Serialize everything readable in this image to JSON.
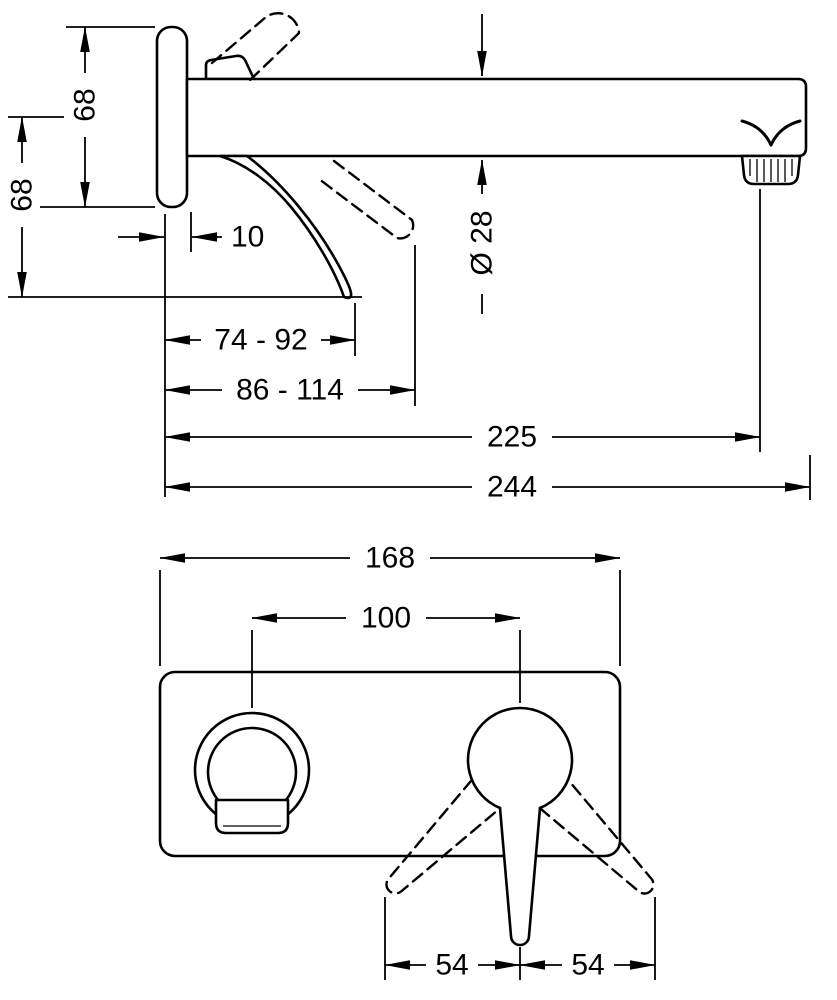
{
  "side_view": {
    "escutcheon_height": "68",
    "spout_to_lever_drop": "68",
    "escutcheon_depth": "10",
    "lever_reach_short": "74 - 92",
    "lever_reach_long": "86 - 114",
    "aerator_offset": "225",
    "spout_length": "244",
    "spout_diameter": "Ø 28"
  },
  "front_view": {
    "plate_width": "168",
    "spout_to_handle": "100",
    "lever_swing_left": "54",
    "lever_swing_right": "54"
  }
}
